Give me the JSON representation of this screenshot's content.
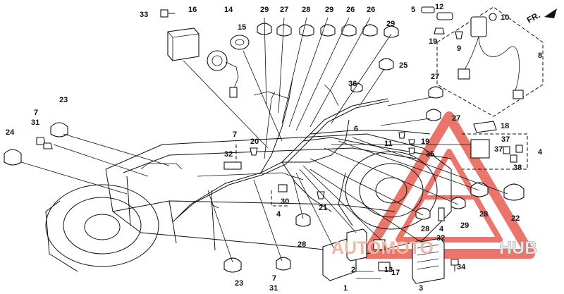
{
  "diagram": {
    "orientation_label": "FR.",
    "part_numbers": {
      "p33": "33",
      "p16": "16",
      "p14": "14",
      "p15": "15",
      "p29a": "29",
      "p27a": "27",
      "p28a": "28",
      "p29b": "29",
      "p26a": "26",
      "p26b": "26",
      "p29c": "29",
      "p5": "5",
      "p12": "12",
      "p10": "10",
      "p19a": "19",
      "p9": "9",
      "p8": "8",
      "p25": "25",
      "p36": "36",
      "p27b": "27",
      "p27c": "27",
      "p6": "6",
      "p18": "18",
      "p23a": "23",
      "p7a": "7",
      "p31a": "31",
      "p24": "24",
      "p7b": "7",
      "p32a": "32",
      "p20": "20",
      "p11": "11",
      "p19b": "19",
      "p35": "35",
      "p37a": "37",
      "p37b": "37",
      "p38": "38",
      "p4a": "4",
      "p30": "30",
      "p4b": "4",
      "p21": "21",
      "p28b": "28",
      "p28c": "28",
      "p4c": "4",
      "p32b": "32",
      "p29d": "29",
      "p28d": "28",
      "p22": "22",
      "p23b": "23",
      "p7c": "7",
      "p31b": "31",
      "p1": "1",
      "p2": "2",
      "p13": "13",
      "p17": "17",
      "p3": "3",
      "p34": "34"
    }
  },
  "watermark": {
    "word_a": "AUTOMOTO",
    "word_b": "HUB",
    "accent_color": "#e2473a"
  }
}
